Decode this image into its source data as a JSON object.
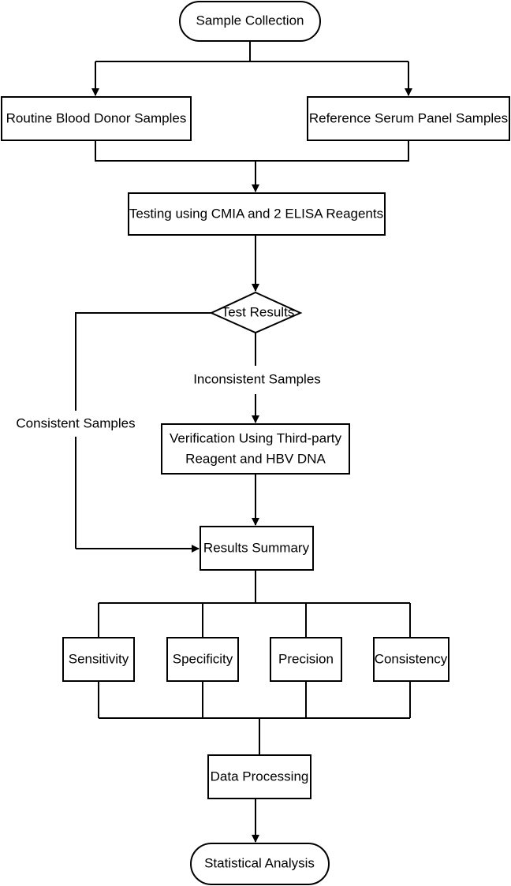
{
  "nodes": {
    "sample_collection": "Sample Collection",
    "routine_blood": "Routine Blood Donor Samples",
    "reference_serum": "Reference Serum Panel Samples",
    "testing": "Testing using CMIA and 2 ELISA Reagents",
    "test_results": "Test Results",
    "verification_line1": "Verification Using Third-party",
    "verification_line2": "Reagent and HBV DNA",
    "results_summary": "Results Summary",
    "sensitivity": "Sensitivity",
    "specificity": "Specificity",
    "precision": "Precision",
    "consistency": "Consistency",
    "data_processing": "Data Processing",
    "statistical_analysis": "Statistical Analysis"
  },
  "edge_labels": {
    "inconsistent": "Inconsistent Samples",
    "consistent": "Consistent Samples"
  }
}
